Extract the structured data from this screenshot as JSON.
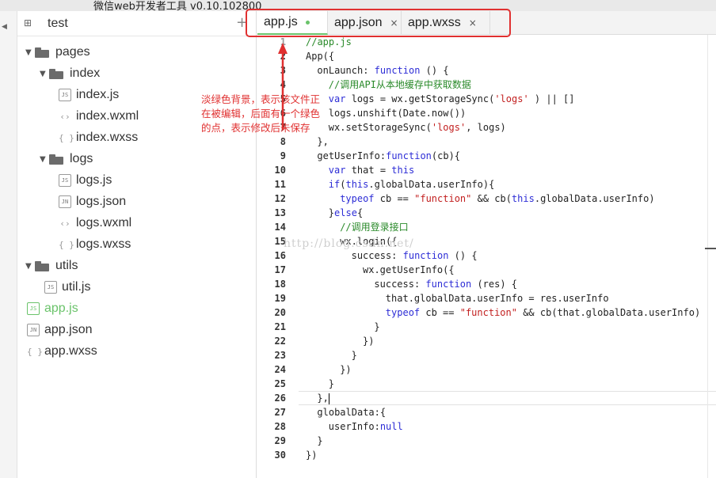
{
  "window": {
    "title": "微信web开发者工具 v0.10.102800"
  },
  "sidebar": {
    "project_name": "test",
    "add_symbol": "+",
    "tree": [
      {
        "label": "pages",
        "kind": "folder",
        "expanded": true,
        "depth": 0
      },
      {
        "label": "index",
        "kind": "folder",
        "expanded": true,
        "depth": 1
      },
      {
        "label": "index.js",
        "kind": "file",
        "icon": "JS",
        "depth": 2
      },
      {
        "label": "index.wxml",
        "kind": "file",
        "icon": "<>",
        "depth": 2
      },
      {
        "label": "index.wxss",
        "kind": "file",
        "icon": "{}",
        "depth": 2
      },
      {
        "label": "logs",
        "kind": "folder",
        "expanded": true,
        "depth": 1
      },
      {
        "label": "logs.js",
        "kind": "file",
        "icon": "JS",
        "depth": 2
      },
      {
        "label": "logs.json",
        "kind": "file",
        "icon": "JN",
        "depth": 2
      },
      {
        "label": "logs.wxml",
        "kind": "file",
        "icon": "<>",
        "depth": 2
      },
      {
        "label": "logs.wxss",
        "kind": "file",
        "icon": "{}",
        "depth": 2
      },
      {
        "label": "utils",
        "kind": "folder",
        "expanded": true,
        "depth": 0
      },
      {
        "label": "util.js",
        "kind": "file",
        "icon": "JS",
        "depth": 1
      },
      {
        "label": "app.js",
        "kind": "file",
        "icon": "JS",
        "depth": 0,
        "editing": true
      },
      {
        "label": "app.json",
        "kind": "file",
        "icon": "JN",
        "depth": 0
      },
      {
        "label": "app.wxss",
        "kind": "file",
        "icon": "{}",
        "depth": 0
      }
    ]
  },
  "editor": {
    "tabs": [
      {
        "label": "app.js",
        "active": true,
        "unsaved": true
      },
      {
        "label": "app.json",
        "active": false,
        "close": "×"
      },
      {
        "label": "app.wxss",
        "active": false,
        "close": "×"
      }
    ],
    "line_numbers": [
      "1",
      "2",
      "3",
      "4",
      "5",
      "6",
      "7",
      "8",
      "9",
      "10",
      "11",
      "12",
      "13",
      "14",
      "15",
      "16",
      "17",
      "18",
      "19",
      "20",
      "21",
      "22",
      "23",
      "24",
      "25",
      "26",
      "27",
      "28",
      "29",
      "30"
    ],
    "code": [
      {
        "indent": 0,
        "tokens": [
          [
            "cm",
            "//app.js"
          ]
        ]
      },
      {
        "indent": 0,
        "tokens": [
          [
            "",
            "App({"
          ]
        ]
      },
      {
        "indent": 1,
        "tokens": [
          [
            "",
            "onLaunch: "
          ],
          [
            "kw",
            "function"
          ],
          [
            "",
            " () {"
          ]
        ]
      },
      {
        "indent": 2,
        "tokens": [
          [
            "cm",
            "//调用API从本地缓存中获取数据"
          ]
        ]
      },
      {
        "indent": 2,
        "tokens": [
          [
            "kw",
            "var"
          ],
          [
            "",
            " logs = wx.getStorageSync("
          ],
          [
            "st",
            "'logs'"
          ],
          [
            "",
            " ) || []"
          ]
        ]
      },
      {
        "indent": 2,
        "tokens": [
          [
            "",
            "logs.unshift(Date.now())"
          ]
        ]
      },
      {
        "indent": 2,
        "tokens": [
          [
            "",
            "wx.setStorageSync("
          ],
          [
            "st",
            "'logs'"
          ],
          [
            "",
            ", logs)"
          ]
        ]
      },
      {
        "indent": 1,
        "tokens": [
          [
            "",
            "},"
          ]
        ]
      },
      {
        "indent": 1,
        "tokens": [
          [
            "",
            "getUserInfo:"
          ],
          [
            "kw",
            "function"
          ],
          [
            "",
            "(cb){"
          ]
        ]
      },
      {
        "indent": 2,
        "tokens": [
          [
            "kw",
            "var"
          ],
          [
            "",
            " that = "
          ],
          [
            "kw",
            "this"
          ]
        ]
      },
      {
        "indent": 2,
        "tokens": [
          [
            "kw",
            "if"
          ],
          [
            "",
            "("
          ],
          [
            "kw",
            "this"
          ],
          [
            "",
            ".globalData.userInfo){"
          ]
        ]
      },
      {
        "indent": 3,
        "tokens": [
          [
            "kw",
            "typeof"
          ],
          [
            "",
            " cb == "
          ],
          [
            "st",
            "\"function\""
          ],
          [
            "",
            " && cb("
          ],
          [
            "kw",
            "this"
          ],
          [
            "",
            ".globalData.userInfo)"
          ]
        ]
      },
      {
        "indent": 2,
        "tokens": [
          [
            "",
            "}"
          ],
          [
            "kw",
            "else"
          ],
          [
            "",
            "{"
          ]
        ]
      },
      {
        "indent": 3,
        "tokens": [
          [
            "cm",
            "//调用登录接口"
          ]
        ]
      },
      {
        "indent": 3,
        "tokens": [
          [
            "",
            "wx.login({"
          ]
        ]
      },
      {
        "indent": 4,
        "tokens": [
          [
            "",
            "success: "
          ],
          [
            "kw",
            "function"
          ],
          [
            "",
            " () {"
          ]
        ]
      },
      {
        "indent": 5,
        "tokens": [
          [
            "",
            "wx.getUserInfo({"
          ]
        ]
      },
      {
        "indent": 6,
        "tokens": [
          [
            "",
            "success: "
          ],
          [
            "kw",
            "function"
          ],
          [
            "",
            " (res) {"
          ]
        ]
      },
      {
        "indent": 7,
        "tokens": [
          [
            "",
            "that.globalData.userInfo = res.userInfo"
          ]
        ]
      },
      {
        "indent": 7,
        "tokens": [
          [
            "kw",
            "typeof"
          ],
          [
            "",
            " cb == "
          ],
          [
            "st",
            "\"function\""
          ],
          [
            "",
            " && cb(that.globalData.userInfo)"
          ]
        ]
      },
      {
        "indent": 6,
        "tokens": [
          [
            "",
            "}"
          ]
        ]
      },
      {
        "indent": 5,
        "tokens": [
          [
            "",
            "})"
          ]
        ]
      },
      {
        "indent": 4,
        "tokens": [
          [
            "",
            "}"
          ]
        ]
      },
      {
        "indent": 3,
        "tokens": [
          [
            "",
            "})"
          ]
        ]
      },
      {
        "indent": 2,
        "tokens": [
          [
            "",
            "}"
          ]
        ]
      },
      {
        "indent": 1,
        "tokens": [
          [
            "",
            "},"
          ]
        ],
        "cursor": true
      },
      {
        "indent": 1,
        "tokens": [
          [
            "",
            "globalData:{"
          ]
        ]
      },
      {
        "indent": 2,
        "tokens": [
          [
            "",
            "userInfo:"
          ],
          [
            "kw",
            "null"
          ]
        ]
      },
      {
        "indent": 1,
        "tokens": [
          [
            "",
            "}"
          ]
        ]
      },
      {
        "indent": 0,
        "tokens": [
          [
            "",
            "})"
          ]
        ]
      }
    ]
  },
  "annotation": {
    "text": "淡绿色背景，表示该文件正在被编辑，后面有一个绿色的点，表示修改后未保存",
    "color": "#e03030"
  },
  "watermark": "http://blog.csdn.net/",
  "colors": {
    "accent_green": "#6ac36a",
    "keyword": "#2d2dd6",
    "comment": "#2a8a2a",
    "string": "#c21f1f",
    "annotation_red": "#e03030"
  }
}
